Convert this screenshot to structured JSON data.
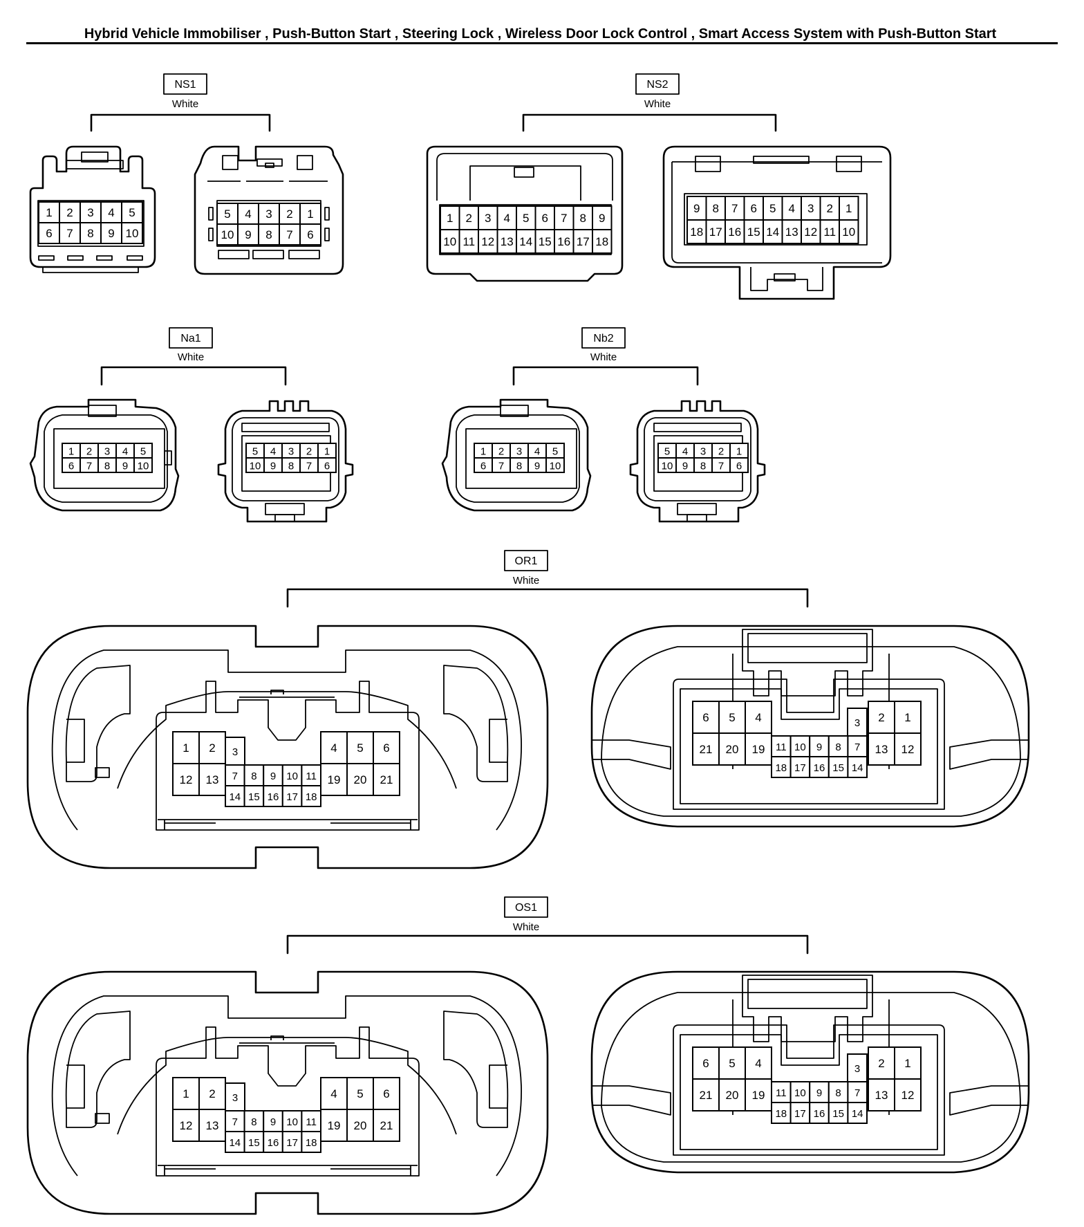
{
  "title": "Hybrid Vehicle Immobiliser , Push-Button Start , Steering Lock , Wireless Door Lock Control , Smart Access System with Push-Button Start",
  "groups": [
    {
      "id": "NS1",
      "color": "White"
    },
    {
      "id": "NS2",
      "color": "White"
    },
    {
      "id": "Na1",
      "color": "White"
    },
    {
      "id": "Nb2",
      "color": "White"
    },
    {
      "id": "OR1",
      "color": "White"
    },
    {
      "id": "OS1",
      "color": "White"
    }
  ],
  "connectors": {
    "ns1_left": {
      "rows": [
        [
          "1",
          "2",
          "3",
          "4",
          "5"
        ],
        [
          "6",
          "7",
          "8",
          "9",
          "10"
        ]
      ]
    },
    "ns1_right": {
      "rows": [
        [
          "5",
          "4",
          "3",
          "2",
          "1"
        ],
        [
          "10",
          "9",
          "8",
          "7",
          "6"
        ]
      ]
    },
    "ns2_left": {
      "rows": [
        [
          "1",
          "2",
          "3",
          "4",
          "5",
          "6",
          "7",
          "8",
          "9"
        ],
        [
          "10",
          "11",
          "12",
          "13",
          "14",
          "15",
          "16",
          "17",
          "18"
        ]
      ]
    },
    "ns2_right": {
      "rows": [
        [
          "9",
          "8",
          "7",
          "6",
          "5",
          "4",
          "3",
          "2",
          "1"
        ],
        [
          "18",
          "17",
          "16",
          "15",
          "14",
          "13",
          "12",
          "11",
          "10"
        ]
      ]
    },
    "na1_left": {
      "rows": [
        [
          "1",
          "2",
          "3",
          "4",
          "5"
        ],
        [
          "6",
          "7",
          "8",
          "9",
          "10"
        ]
      ]
    },
    "na1_right": {
      "rows": [
        [
          "5",
          "4",
          "3",
          "2",
          "1"
        ],
        [
          "10",
          "9",
          "8",
          "7",
          "6"
        ]
      ]
    },
    "nb2_left": {
      "rows": [
        [
          "1",
          "2",
          "3",
          "4",
          "5"
        ],
        [
          "6",
          "7",
          "8",
          "9",
          "10"
        ]
      ]
    },
    "nb2_right": {
      "rows": [
        [
          "5",
          "4",
          "3",
          "2",
          "1"
        ],
        [
          "10",
          "9",
          "8",
          "7",
          "6"
        ]
      ]
    },
    "or1_left": {
      "left_top": [
        "1",
        "2"
      ],
      "left_bottom": [
        "12",
        "13"
      ],
      "pin3": "3",
      "mid_row1": [
        "7",
        "8",
        "9",
        "10",
        "11"
      ],
      "mid_row2": [
        "14",
        "15",
        "16",
        "17",
        "18"
      ],
      "right_top": [
        "4",
        "5",
        "6"
      ],
      "right_bottom": [
        "19",
        "20",
        "21"
      ]
    },
    "or1_right": {
      "left_top": [
        "6",
        "5",
        "4"
      ],
      "left_bottom": [
        "21",
        "20",
        "19"
      ],
      "pin3": "3",
      "mid_row1": [
        "11",
        "10",
        "9",
        "8",
        "7"
      ],
      "mid_row2": [
        "18",
        "17",
        "16",
        "15",
        "14"
      ],
      "right_top": [
        "2",
        "1"
      ],
      "right_bottom": [
        "13",
        "12"
      ]
    },
    "os1_left": {
      "left_top": [
        "1",
        "2"
      ],
      "left_bottom": [
        "12",
        "13"
      ],
      "pin3": "3",
      "mid_row1": [
        "7",
        "8",
        "9",
        "10",
        "11"
      ],
      "mid_row2": [
        "14",
        "15",
        "16",
        "17",
        "18"
      ],
      "right_top": [
        "4",
        "5",
        "6"
      ],
      "right_bottom": [
        "19",
        "20",
        "21"
      ]
    },
    "os1_right": {
      "left_top": [
        "6",
        "5",
        "4"
      ],
      "left_bottom": [
        "21",
        "20",
        "19"
      ],
      "pin3": "3",
      "mid_row1": [
        "11",
        "10",
        "9",
        "8",
        "7"
      ],
      "mid_row2": [
        "18",
        "17",
        "16",
        "15",
        "14"
      ],
      "right_top": [
        "2",
        "1"
      ],
      "right_bottom": [
        "13",
        "12"
      ]
    }
  }
}
